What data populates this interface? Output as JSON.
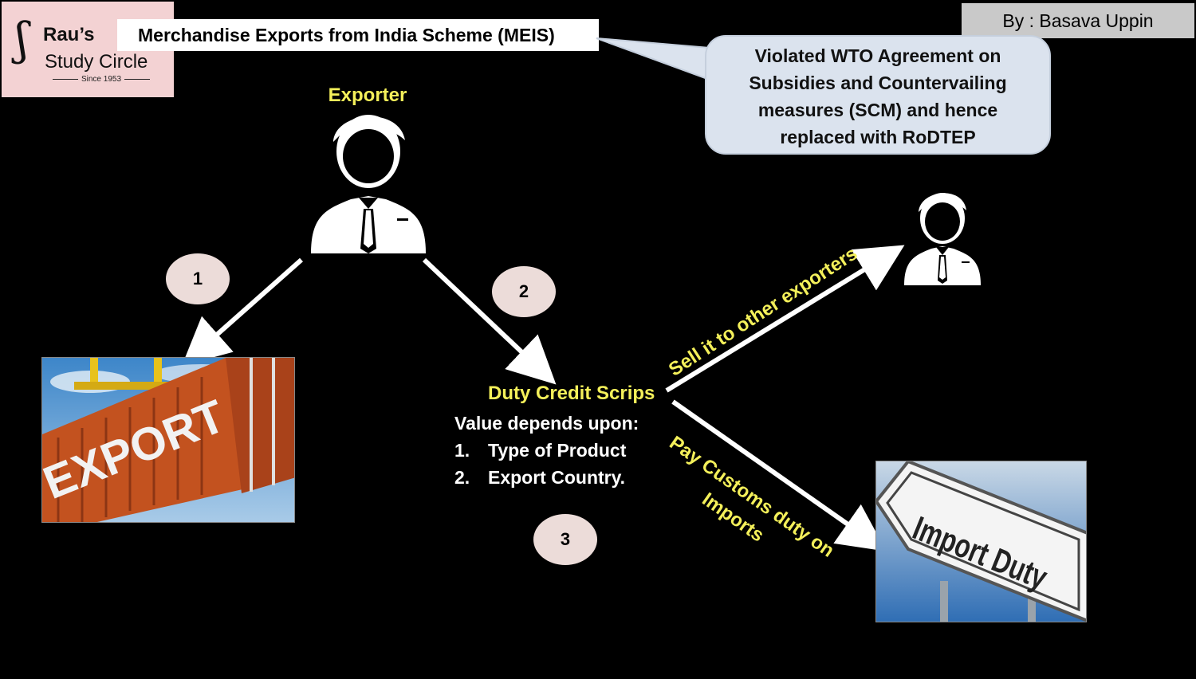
{
  "logo": {
    "line1": "Rau’s",
    "line2": "Study Circle",
    "since": "Since 1953"
  },
  "title": "Merchandise Exports from India Scheme (MEIS)",
  "author": "By : Basava Uppin",
  "callout": {
    "lines": [
      "Violated WTO Agreement on",
      "Subsidies and Countervailing",
      "measures (SCM) and hence",
      "replaced with RoDTEP"
    ]
  },
  "exporter_label": "Exporter",
  "steps": [
    "1",
    "2",
    "3"
  ],
  "scrips": {
    "title": "Duty Credit Scrips",
    "value_label": "Value depends upon:",
    "items": [
      {
        "num": "1.",
        "text": "Type of Product"
      },
      {
        "num": "2.",
        "text": "Export Country."
      }
    ]
  },
  "sell_label": "Sell it to other exporters",
  "pay_label_line1": "Pay Customs duty on",
  "pay_label_line2": "Imports",
  "export_image_text": "EXPORT",
  "import_image_text": "Import Duty",
  "colors": {
    "highlight": "#f4f05a",
    "step_circle": "#ecdcd9",
    "callout": "#dbe3ee",
    "logo_bg": "#f3d2d3"
  }
}
